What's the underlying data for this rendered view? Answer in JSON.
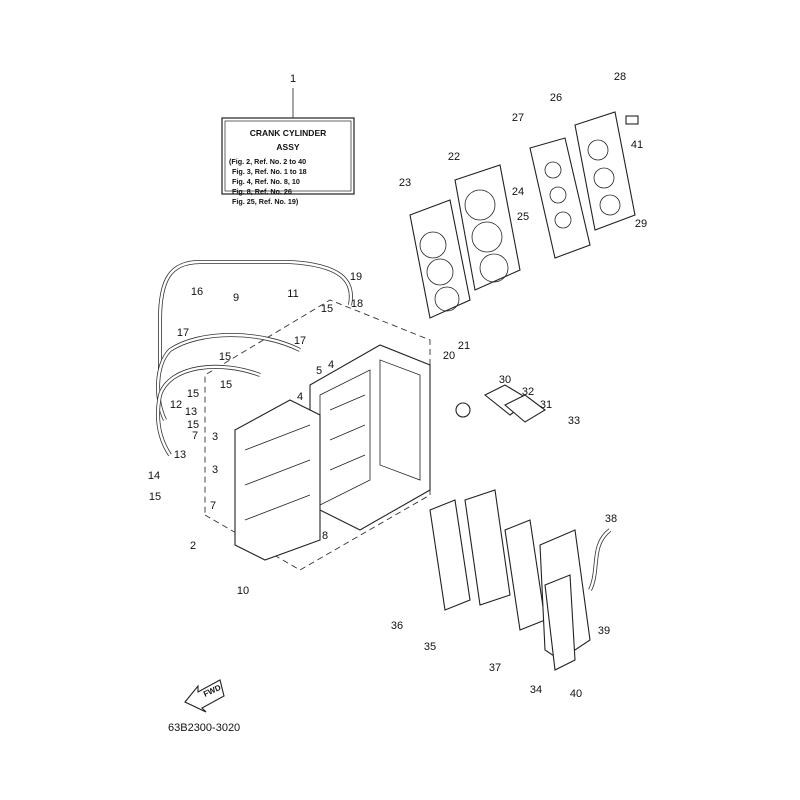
{
  "title_box": {
    "lines": [
      "CRANK CYLINDER",
      "ASSY"
    ],
    "refs": [
      "(Fig. 2, Ref. No. 2 to 40",
      "Fig. 3, Ref. No. 1 to 18",
      "Fig. 4, Ref. No. 8, 10",
      "Fig. 8, Ref. No. 26",
      "Fig. 25, Ref. No. 19)"
    ]
  },
  "callouts": [
    "1",
    "28",
    "26",
    "27",
    "41",
    "22",
    "23",
    "24",
    "25",
    "29",
    "19",
    "16",
    "9",
    "11",
    "15",
    "18",
    "17",
    "17",
    "21",
    "20",
    "15",
    "4",
    "5",
    "30",
    "15",
    "32",
    "15",
    "12",
    "13",
    "31",
    "4",
    "15",
    "7",
    "3",
    "33",
    "13",
    "3",
    "14",
    "7",
    "15",
    "2",
    "8",
    "10",
    "38",
    "36",
    "39",
    "35",
    "37",
    "34",
    "40"
  ],
  "fwd_label": "FWD",
  "diagram_code": "63B2300-3020"
}
